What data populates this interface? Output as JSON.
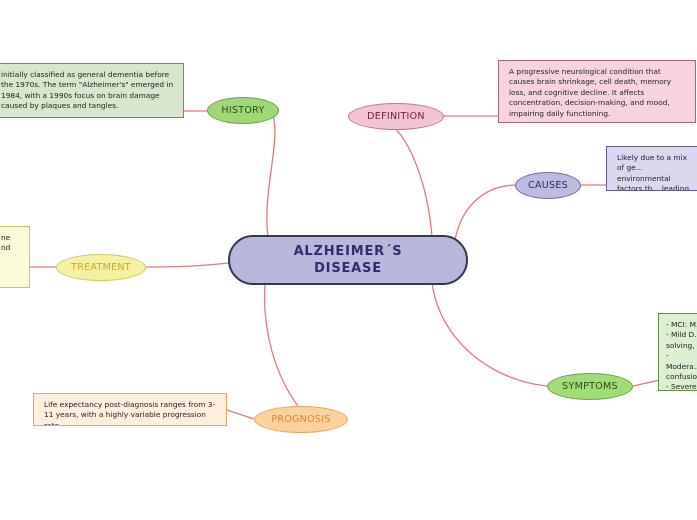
{
  "central": {
    "line1": "ALZHEIMER´S",
    "line2": "DISEASE"
  },
  "colors": {
    "link": "#e07b7b",
    "central_fill": "#b9b7db",
    "central_border": "#2d3a4a"
  },
  "branches": {
    "history": {
      "label": "HISTORY",
      "note": "initially classified as general dementia before the 1970s. The term \"Alzheimer's\" emerged in 1984, with a 1990s focus on brain damage caused by plaques and tangles."
    },
    "definition": {
      "label": "DEFINITION",
      "note": "A progressive neurological condition that causes brain shrinkage, cell death, memory loss, and cognitive decline. It affects concentration, decision-making, and mood, impairing daily functioning."
    },
    "causes": {
      "label": "CAUSES",
      "note": "Likely due to a mix of ge... environmental factors th... leading to neuron dama..."
    },
    "treatment": {
      "label": "TREATMENT",
      "note": "ne nd"
    },
    "symptoms": {
      "label": "SYMPTOMS",
      "note": "- MCI: M... - Mild D... solving, ... - Modera... confusio... - Severe... physical..."
    },
    "prognosis": {
      "label": "PROGNOSIS",
      "note": "Life expectancy post-diagnosis ranges from 3-11 years, with a highly variable progression rate."
    }
  }
}
